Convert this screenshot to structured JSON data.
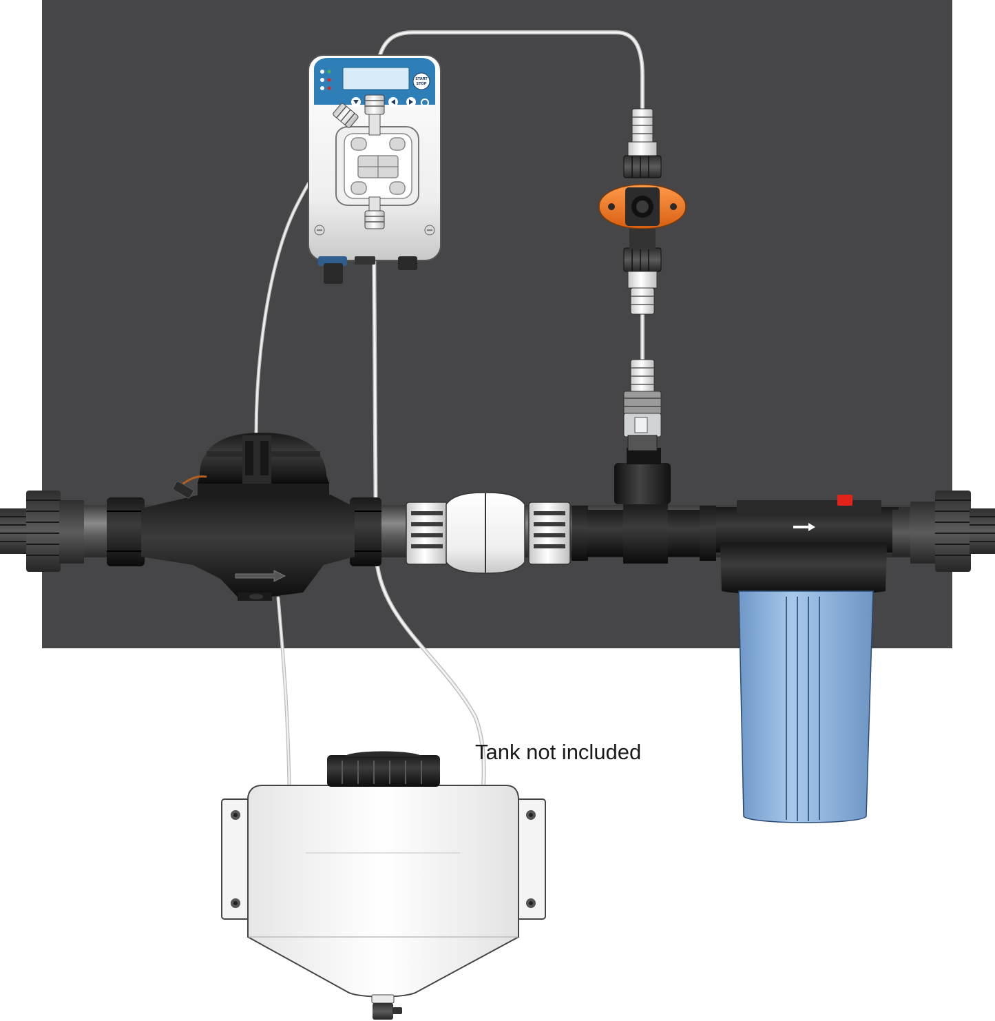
{
  "caption": "Tank not included",
  "pump": {
    "button_lines": [
      "START",
      "STOP"
    ]
  },
  "colors": {
    "panel": "#464547",
    "pump_accent": "#2e7fb8",
    "injector_orange": "#f07a2a",
    "filter_housing": "#9cc0e6",
    "alarm_red": "#e2231a"
  }
}
